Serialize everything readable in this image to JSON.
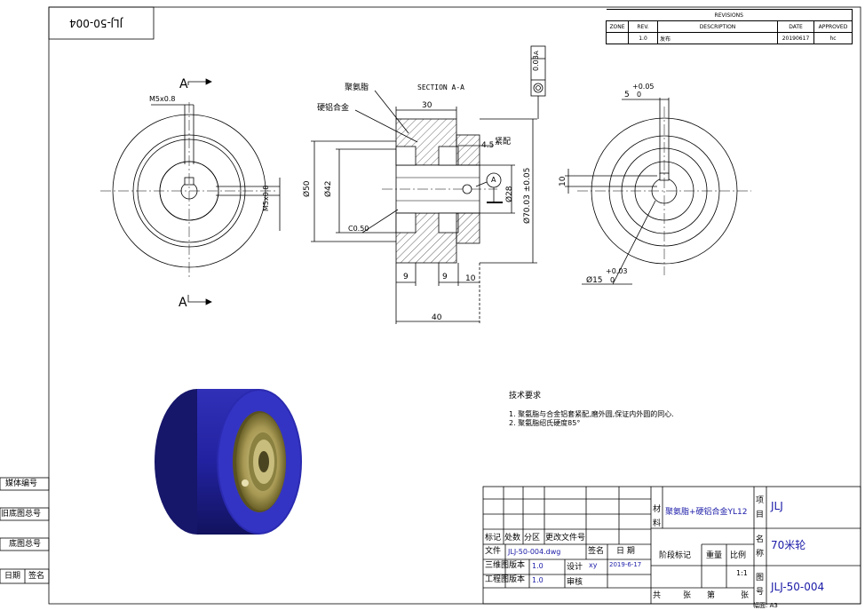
{
  "title_stamp": "JLJ-50-004",
  "revisions": {
    "header": "REVISIONS",
    "columns": [
      "ZONE",
      "REV.",
      "DESCRIPTION",
      "DATE",
      "APPROVED"
    ],
    "row": {
      "zone": "",
      "rev": "1.0",
      "description": "发布",
      "date": "20190617",
      "approved": "hc"
    }
  },
  "left_view": {
    "section_mark_top": "A",
    "section_mark_bottom": "A",
    "thread_top": "M5x0.8",
    "thread_side": "M5x0.8"
  },
  "section_view": {
    "title": "SECTION  A-A",
    "label_pu": "聚氨脂",
    "label_al": "硬铝合金",
    "label_fit": "紧配",
    "dim_30": "30",
    "dim_4_5": "4.5",
    "dim_50": "Ø50",
    "dim_42": "Ø42",
    "dim_28": "Ø28",
    "dim_70": "Ø70.03 ±0.05",
    "chamfer": "C0.50",
    "dim_9a": "9",
    "dim_9b": "9",
    "dim_10": "10",
    "dim_40": "40",
    "datum": "A"
  },
  "tolerance_frame": {
    "symbol": "◎",
    "value": "0.03",
    "datum": "A"
  },
  "right_view": {
    "key_width": "5",
    "key_tol_upper": "+0.05",
    "key_tol_lower": "0",
    "dim_10": "10",
    "bore": "Ø15",
    "bore_tol_upper": "+0.03",
    "bore_tol_lower": "0"
  },
  "tech_requirements": {
    "heading": "技术要求",
    "items": [
      "1.    聚氨脂与合金铝套紧配,磨外圆,保证内外圆的同心.",
      "2.    聚氨脂绍氏硬度85°"
    ]
  },
  "side_labels": [
    "媒体编号",
    "旧底图总号",
    "底图总号",
    "日期",
    "签名"
  ],
  "title_block": {
    "material_label": "材料",
    "material": "聚氨脂+硬铝合金YL12",
    "project_label": "项目",
    "project": "JLJ",
    "name_label": "名称",
    "name": "70米轮",
    "drawing_no_label": "图号",
    "drawing_no": "JLJ-50-004",
    "row_headers": [
      "标记",
      "处数",
      "分区",
      "更改文件号"
    ],
    "file_label": "文件",
    "file_value": "JLJ-50-004.dwg",
    "sign_label": "签名",
    "date_label": "日 期",
    "model_ver_label": "三维图版本",
    "model_ver": "1.0",
    "design_label": "设计",
    "designer": "xy",
    "design_date": "2019-6-17",
    "eng_ver_label": "工程图版本",
    "eng_ver": "1.0",
    "review_label": "审核",
    "stage_label": "阶段标记",
    "weight_label": "重量",
    "scale_label": "比例",
    "scale": "1:1",
    "sheet_row": [
      "共",
      "张",
      "第",
      "张"
    ],
    "format": "幅面: A3"
  }
}
